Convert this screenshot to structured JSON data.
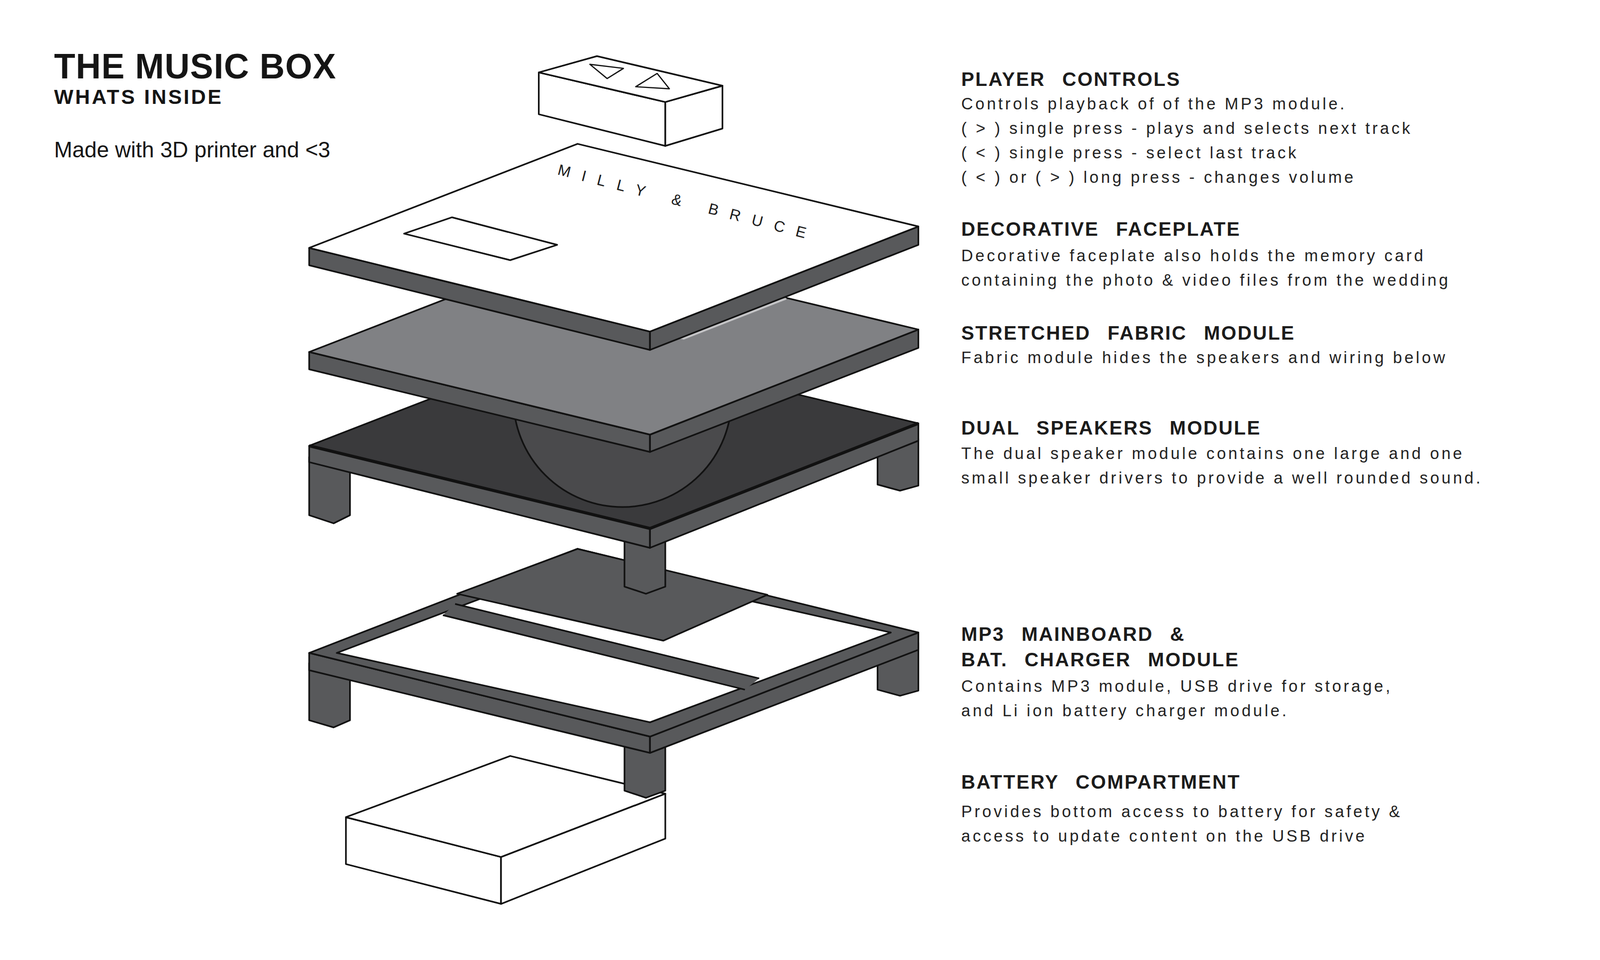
{
  "diagram": {
    "title": "THE MUSIC BOX",
    "labels": [
      "WHATS INSIDE",
      "Made with 3D printer and <3",
      "MILLY & BRUCE",
      "PLAYER CONTROLS",
      "Controls playback of of the MP3 module.",
      "( > ) single press - plays and selects next track",
      "( < ) single press - select last track",
      "( < ) or ( > ) long press - changes volume",
      "DECORATIVE FACEPLATE",
      "Decorative faceplate also holds the memory card containing the photo & video files from the wedding",
      "STRETCHED FABRIC MODULE",
      "Fabric module hides the speakers and wiring below",
      "DUAL SPEAKERS MODULE",
      "The dual speaker module contains one large and one small speaker drivers to provide a well rounded sound.",
      "MP3 MAINBOARD & BAT. CHARGER MODULE",
      "Contains MP3 module, USB drive for storage, and Li ion battery charger module.",
      "BATTERY COMPARTMENT",
      "Provides bottom access to battery for safety & access to update content on the USB drive"
    ]
  }
}
